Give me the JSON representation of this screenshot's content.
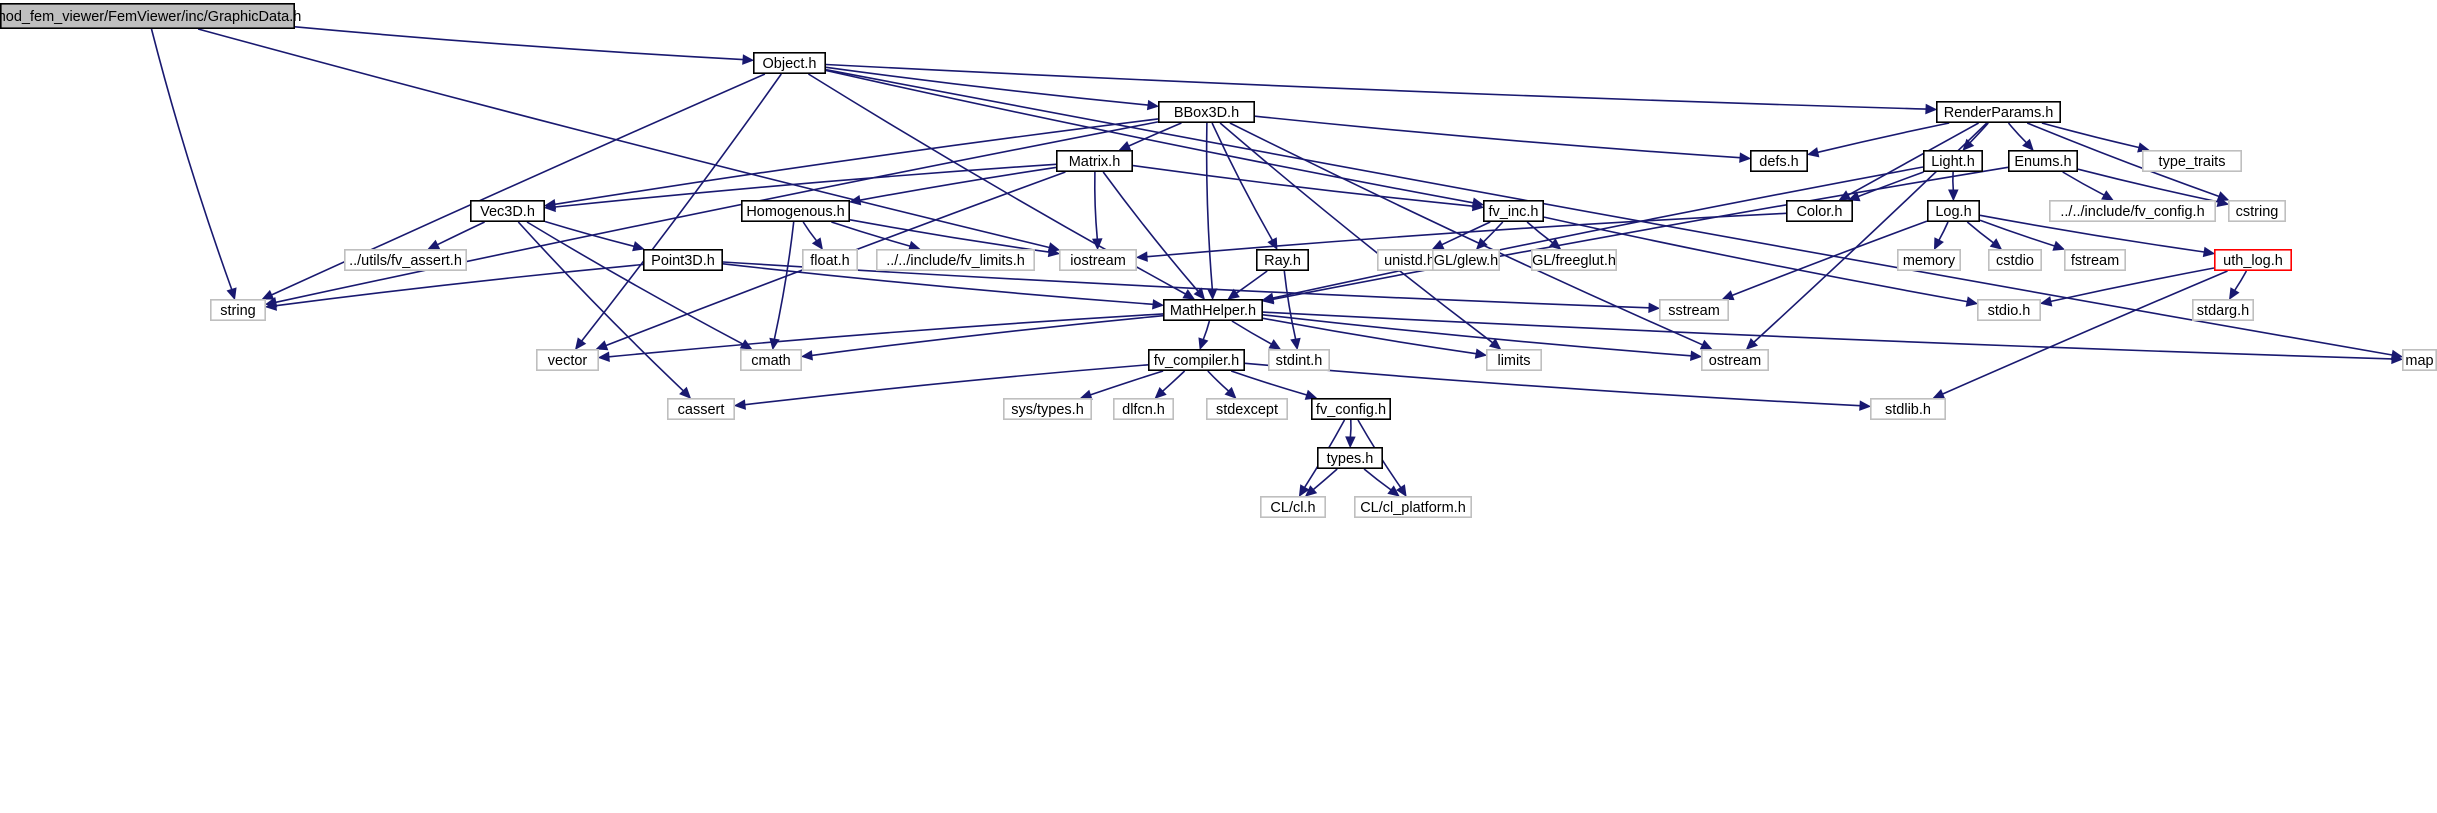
{
  "diagram": {
    "type": "include-dependency-graph",
    "colors": {
      "edge": "#191970",
      "root_fill": "#bfbfbf",
      "node_border": "#000000",
      "external_border": "#bfbfbf",
      "truncated_border": "#ff0000",
      "text": "#000000"
    },
    "nodes": [
      {
        "id": "root",
        "label": "mod_fem_viewer/FemViewer/inc/GraphicData.h",
        "kind": "root"
      },
      {
        "id": "object",
        "label": "Object.h",
        "kind": "internal"
      },
      {
        "id": "bbox3d",
        "label": "BBox3D.h",
        "kind": "internal"
      },
      {
        "id": "renderparams",
        "label": "RenderParams.h",
        "kind": "internal"
      },
      {
        "id": "type_traits",
        "label": "type_traits",
        "kind": "external"
      },
      {
        "id": "matrix",
        "label": "Matrix.h",
        "kind": "internal"
      },
      {
        "id": "defs",
        "label": "defs.h",
        "kind": "internal"
      },
      {
        "id": "light",
        "label": "Light.h",
        "kind": "internal"
      },
      {
        "id": "enums",
        "label": "Enums.h",
        "kind": "internal"
      },
      {
        "id": "vec3d",
        "label": "Vec3D.h",
        "kind": "internal"
      },
      {
        "id": "homogenous",
        "label": "Homogenous.h",
        "kind": "internal"
      },
      {
        "id": "fv_inc",
        "label": "fv_inc.h",
        "kind": "internal"
      },
      {
        "id": "color",
        "label": "Color.h",
        "kind": "internal"
      },
      {
        "id": "log",
        "label": "Log.h",
        "kind": "internal"
      },
      {
        "id": "fv_config_inc",
        "label": "../../include/fv_config.h",
        "kind": "external"
      },
      {
        "id": "cstring",
        "label": "cstring",
        "kind": "external"
      },
      {
        "id": "fv_assert",
        "label": "../utils/fv_assert.h",
        "kind": "external"
      },
      {
        "id": "point3d",
        "label": "Point3D.h",
        "kind": "internal"
      },
      {
        "id": "float_h",
        "label": "float.h",
        "kind": "external"
      },
      {
        "id": "fv_limits",
        "label": "../../include/fv_limits.h",
        "kind": "external"
      },
      {
        "id": "iostream",
        "label": "iostream",
        "kind": "external"
      },
      {
        "id": "ray",
        "label": "Ray.h",
        "kind": "internal"
      },
      {
        "id": "unistd",
        "label": "unistd.h",
        "kind": "external"
      },
      {
        "id": "glew",
        "label": "GL/glew.h",
        "kind": "external"
      },
      {
        "id": "freeglut",
        "label": "GL/freeglut.h",
        "kind": "external"
      },
      {
        "id": "memory",
        "label": "memory",
        "kind": "external"
      },
      {
        "id": "cstdio",
        "label": "cstdio",
        "kind": "external"
      },
      {
        "id": "fstream",
        "label": "fstream",
        "kind": "external"
      },
      {
        "id": "uth_log",
        "label": "uth_log.h",
        "kind": "truncated"
      },
      {
        "id": "string",
        "label": "string",
        "kind": "external"
      },
      {
        "id": "mathhelper",
        "label": "MathHelper.h",
        "kind": "internal"
      },
      {
        "id": "sstream",
        "label": "sstream",
        "kind": "external"
      },
      {
        "id": "stdio",
        "label": "stdio.h",
        "kind": "external"
      },
      {
        "id": "stdarg",
        "label": "stdarg.h",
        "kind": "external"
      },
      {
        "id": "vector",
        "label": "vector",
        "kind": "external"
      },
      {
        "id": "cmath",
        "label": "cmath",
        "kind": "external"
      },
      {
        "id": "stdint",
        "label": "stdint.h",
        "kind": "external"
      },
      {
        "id": "limits",
        "label": "limits",
        "kind": "external"
      },
      {
        "id": "ostream",
        "label": "ostream",
        "kind": "external"
      },
      {
        "id": "map",
        "label": "map",
        "kind": "external"
      },
      {
        "id": "fv_compiler",
        "label": "fv_compiler.h",
        "kind": "internal"
      },
      {
        "id": "cassert",
        "label": "cassert",
        "kind": "external"
      },
      {
        "id": "systypes",
        "label": "sys/types.h",
        "kind": "external"
      },
      {
        "id": "dlfcn",
        "label": "dlfcn.h",
        "kind": "external"
      },
      {
        "id": "stdexcept",
        "label": "stdexcept",
        "kind": "external"
      },
      {
        "id": "fv_config",
        "label": "fv_config.h",
        "kind": "internal"
      },
      {
        "id": "stdlib",
        "label": "stdlib.h",
        "kind": "external"
      },
      {
        "id": "types",
        "label": "types.h",
        "kind": "internal"
      },
      {
        "id": "cl",
        "label": "CL/cl.h",
        "kind": "external"
      },
      {
        "id": "cl_platform",
        "label": "CL/cl_platform.h",
        "kind": "external"
      }
    ],
    "edges": [
      [
        "root",
        "object"
      ],
      [
        "root",
        "string"
      ],
      [
        "root",
        "iostream"
      ],
      [
        "object",
        "string"
      ],
      [
        "object",
        "vector"
      ],
      [
        "object",
        "mathhelper"
      ],
      [
        "object",
        "bbox3d"
      ],
      [
        "object",
        "fv_inc"
      ],
      [
        "object",
        "renderparams"
      ],
      [
        "object",
        "map"
      ],
      [
        "bbox3d",
        "string"
      ],
      [
        "bbox3d",
        "vec3d"
      ],
      [
        "bbox3d",
        "matrix"
      ],
      [
        "bbox3d",
        "mathhelper"
      ],
      [
        "bbox3d",
        "ray"
      ],
      [
        "bbox3d",
        "defs"
      ],
      [
        "bbox3d",
        "limits"
      ],
      [
        "bbox3d",
        "ostream"
      ],
      [
        "renderparams",
        "defs"
      ],
      [
        "renderparams",
        "color"
      ],
      [
        "renderparams",
        "light"
      ],
      [
        "renderparams",
        "enums"
      ],
      [
        "renderparams",
        "type_traits"
      ],
      [
        "renderparams",
        "cstring"
      ],
      [
        "renderparams",
        "ostream"
      ],
      [
        "matrix",
        "vec3d"
      ],
      [
        "matrix",
        "homogenous"
      ],
      [
        "matrix",
        "fv_inc"
      ],
      [
        "matrix",
        "iostream"
      ],
      [
        "matrix",
        "mathhelper"
      ],
      [
        "matrix",
        "vector"
      ],
      [
        "light",
        "color"
      ],
      [
        "light",
        "log"
      ],
      [
        "light",
        "mathhelper"
      ],
      [
        "enums",
        "fv_config_inc"
      ],
      [
        "enums",
        "cstring"
      ],
      [
        "enums",
        "mathhelper"
      ],
      [
        "vec3d",
        "fv_assert"
      ],
      [
        "vec3d",
        "point3d"
      ],
      [
        "vec3d",
        "cmath"
      ],
      [
        "vec3d",
        "cassert"
      ],
      [
        "homogenous",
        "float_h"
      ],
      [
        "homogenous",
        "fv_limits"
      ],
      [
        "homogenous",
        "iostream"
      ],
      [
        "homogenous",
        "cmath"
      ],
      [
        "fv_inc",
        "unistd"
      ],
      [
        "fv_inc",
        "glew"
      ],
      [
        "fv_inc",
        "freeglut"
      ],
      [
        "fv_inc",
        "stdio"
      ],
      [
        "color",
        "iostream"
      ],
      [
        "log",
        "memory"
      ],
      [
        "log",
        "cstdio"
      ],
      [
        "log",
        "fstream"
      ],
      [
        "log",
        "uth_log"
      ],
      [
        "log",
        "sstream"
      ],
      [
        "point3d",
        "string"
      ],
      [
        "point3d",
        "mathhelper"
      ],
      [
        "point3d",
        "sstream"
      ],
      [
        "ray",
        "mathhelper"
      ],
      [
        "ray",
        "stdint"
      ],
      [
        "uth_log",
        "stdio"
      ],
      [
        "uth_log",
        "stdarg"
      ],
      [
        "uth_log",
        "stdlib"
      ],
      [
        "mathhelper",
        "vector"
      ],
      [
        "mathhelper",
        "cmath"
      ],
      [
        "mathhelper",
        "stdint"
      ],
      [
        "mathhelper",
        "limits"
      ],
      [
        "mathhelper",
        "ostream"
      ],
      [
        "mathhelper",
        "map"
      ],
      [
        "mathhelper",
        "fv_compiler"
      ],
      [
        "fv_compiler",
        "cassert"
      ],
      [
        "fv_compiler",
        "systypes"
      ],
      [
        "fv_compiler",
        "dlfcn"
      ],
      [
        "fv_compiler",
        "stdexcept"
      ],
      [
        "fv_compiler",
        "fv_config"
      ],
      [
        "fv_compiler",
        "stdlib"
      ],
      [
        "fv_config",
        "types"
      ],
      [
        "fv_config",
        "cl"
      ],
      [
        "fv_config",
        "cl_platform"
      ],
      [
        "types",
        "cl"
      ],
      [
        "types",
        "cl_platform"
      ]
    ]
  }
}
